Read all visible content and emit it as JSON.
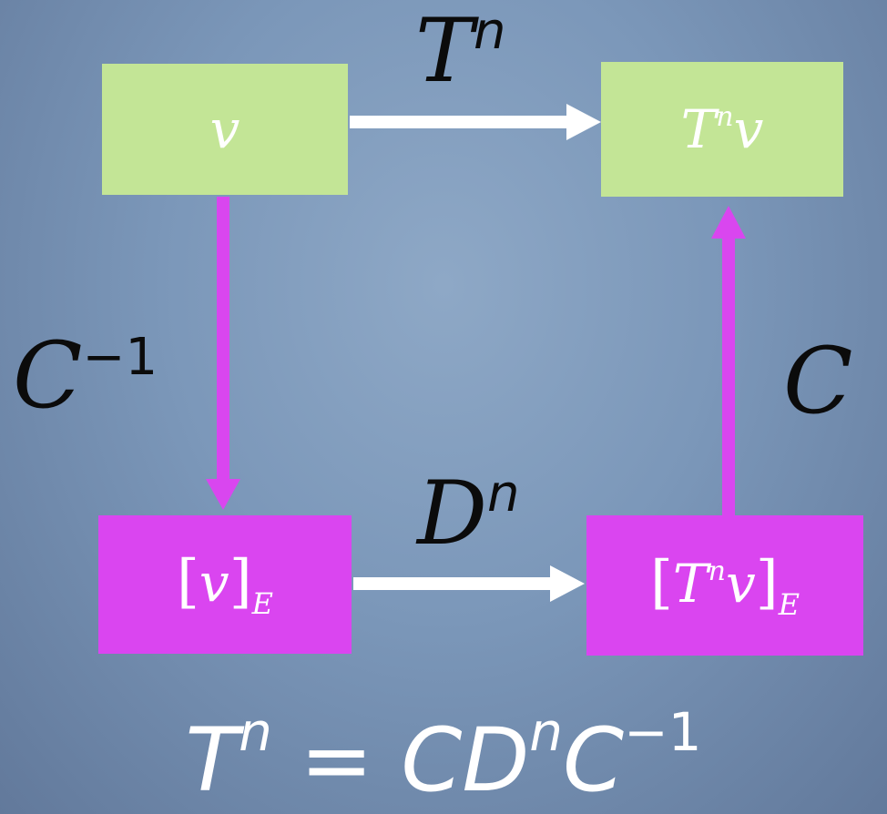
{
  "nodes": {
    "v": {
      "base": "v"
    },
    "tnv": {
      "base": "T",
      "sup": "n",
      "tail": "v"
    },
    "ve": {
      "open": "[",
      "base": "v",
      "close": "]",
      "sub": "E"
    },
    "tnve": {
      "open": "[",
      "base": "T",
      "sup": "n",
      "tail": "v",
      "close": "]",
      "sub": "E"
    }
  },
  "edges": {
    "top": {
      "base": "T",
      "sup": "n"
    },
    "bottom": {
      "base": "D",
      "sup": "n"
    },
    "left": {
      "base": "C",
      "sup": "−1"
    },
    "right": {
      "base": "C"
    }
  },
  "formula": {
    "t": "T",
    "n1": "n",
    "eq": " = ",
    "c1": "C",
    "d": "D",
    "n2": "n",
    "c2": "C",
    "inv": "−1"
  },
  "colors": {
    "green_box": "#c3e596",
    "magenta_box": "#da45f0",
    "white_arrow": "#ffffff",
    "magenta_arrow": "#d946ef",
    "label_text": "#0b0b0b",
    "background": "#7b97b9"
  }
}
